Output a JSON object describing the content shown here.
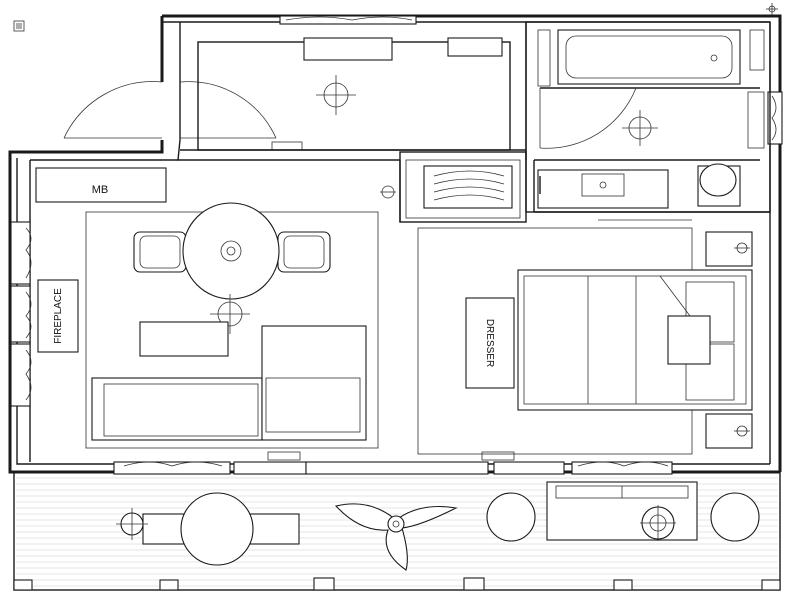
{
  "labels": {
    "mb": "MB",
    "fireplace": "FIREPLACE",
    "dresser": "DRESSER"
  },
  "colors": {
    "line": "#1a1a1a",
    "deck_line": "#c9c9c9",
    "background": "#ffffff"
  },
  "icons": [
    "ceiling-light-symbol",
    "outlet-symbol",
    "north-arrow-icon",
    "menu-icon"
  ]
}
